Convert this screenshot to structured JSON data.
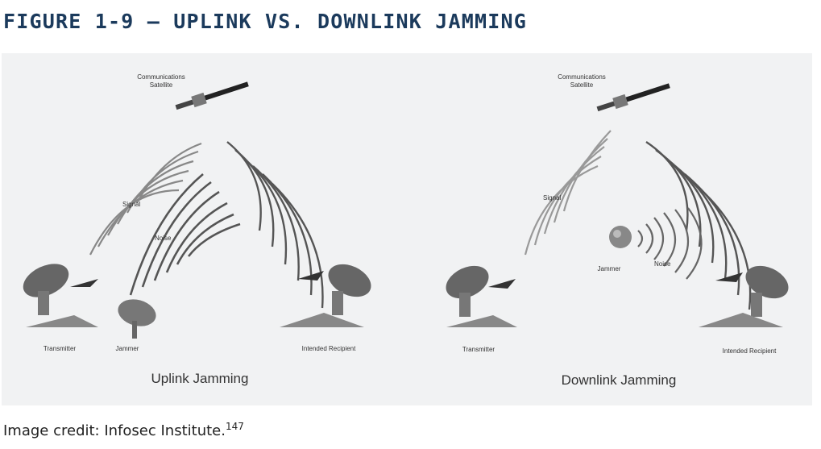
{
  "figure_title": "FIGURE 1-9 — UPLINK VS. DOWNLINK JAMMING",
  "panels": [
    {
      "caption": "Uplink Jamming",
      "labels": {
        "satellite_line1": "Communications",
        "satellite_line2": "Satellite",
        "signal": "Signal",
        "noise": "Noise",
        "transmitter": "Transmitter",
        "jammer": "Jammer",
        "recipient": "Intended Recipient"
      }
    },
    {
      "caption": "Downlink Jamming",
      "labels": {
        "satellite_line1": "Communications",
        "satellite_line2": "Satellite",
        "signal": "Signal",
        "noise": "Noise",
        "transmitter": "Transmitter",
        "jammer": "Jammer",
        "recipient": "Intended Recipient"
      }
    }
  ],
  "credit": {
    "text": "Image credit: Infosec Institute.",
    "footnote": "147"
  }
}
